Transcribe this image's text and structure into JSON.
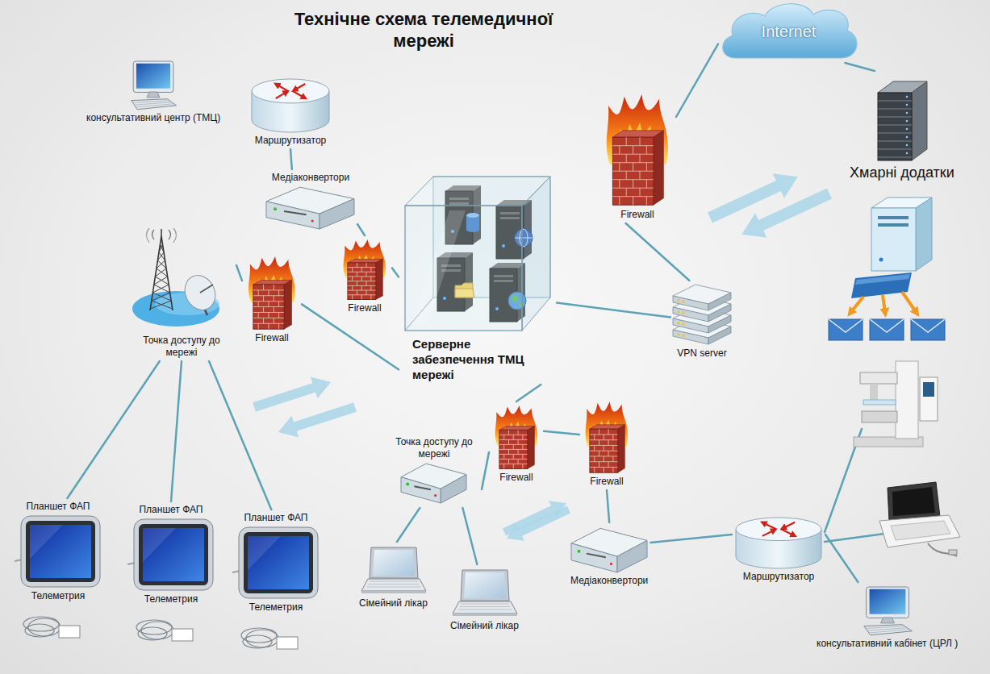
{
  "diagram": {
    "title": "Технічне схема телемедичної мережі",
    "nodes": [
      {
        "text": [
          "консультативний центр (ТМЦ)"
        ]
      },
      {
        "text": [
          "Маршрутизатор"
        ]
      },
      {
        "text": [
          "Медіаконвертори"
        ]
      },
      {
        "text": [
          "Internet"
        ]
      },
      {
        "text": [
          "Firewall"
        ]
      },
      {
        "text": [
          "Хмарні додатки"
        ]
      },
      {
        "text": [
          "Firewall"
        ]
      },
      {
        "text": [
          "Серверне забезпечення ТМЦ мережі"
        ]
      },
      {
        "text": [
          "Точка доступу до мережі"
        ]
      },
      {
        "text": [
          "Firewall"
        ]
      },
      {
        "text": [
          "VPN server"
        ]
      },
      {
        "text": [
          "Firewall"
        ]
      },
      {
        "text": [
          "Точка доступу до мережі"
        ]
      },
      {
        "text": [
          "Firewall"
        ]
      },
      {
        "text": [
          "Планшет ФАП",
          "Телеметрия"
        ]
      },
      {
        "text": [
          "Планшет ФАП",
          "Телеметрия"
        ]
      },
      {
        "text": [
          "Планшет ФАП",
          "Телеметрия"
        ]
      },
      {
        "text": [
          "Сімейний лікар"
        ]
      },
      {
        "text": [
          "Сімейний лікар"
        ]
      },
      {
        "text": [
          "Медіаконвертори"
        ]
      },
      {
        "text": [
          "Маршрутизатор"
        ]
      },
      {
        "text": [
          "консультативний кабінет (ЦРЛ )"
        ]
      }
    ],
    "edges": [
      {
        "from": 1,
        "to": 2,
        "arrow": "none"
      },
      {
        "from": 2,
        "to": 6,
        "arrow": "none"
      },
      {
        "from": 6,
        "to": 7,
        "arrow": "none"
      },
      {
        "from": 8,
        "to": 9,
        "arrow": "none"
      },
      {
        "from": 9,
        "to": 7,
        "arrow": "none"
      },
      {
        "from": 7,
        "to": 10,
        "arrow": "none"
      },
      {
        "from": 4,
        "to": 10,
        "arrow": "none"
      },
      {
        "from": 4,
        "to": 3,
        "arrow": "none"
      },
      {
        "from": 3,
        "to": 5,
        "arrow": "none"
      },
      {
        "from": 8,
        "to": 14,
        "arrow": "none"
      },
      {
        "from": 8,
        "to": 15,
        "arrow": "none"
      },
      {
        "from": 8,
        "to": 16,
        "arrow": "none"
      },
      {
        "from": 7,
        "to": 11,
        "arrow": "none"
      },
      {
        "from": 11,
        "to": 12,
        "arrow": "none"
      },
      {
        "from": 12,
        "to": 17,
        "arrow": "none"
      },
      {
        "from": 12,
        "to": 18,
        "arrow": "none"
      },
      {
        "from": 11,
        "to": 13,
        "arrow": "none"
      },
      {
        "from": 13,
        "to": 19,
        "arrow": "none"
      },
      {
        "from": 19,
        "to": 20,
        "arrow": "none"
      },
      {
        "from": 20,
        "to": 21,
        "arrow": "none"
      }
    ]
  }
}
